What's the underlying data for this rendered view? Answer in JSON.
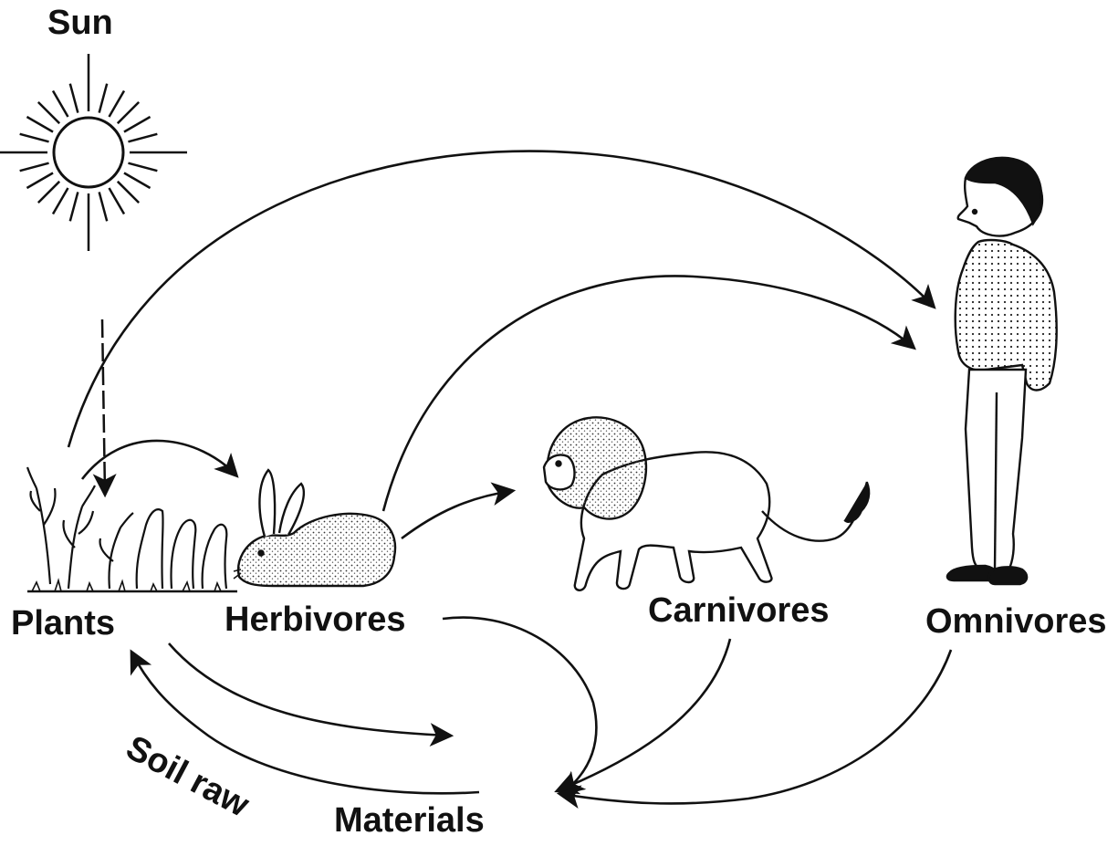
{
  "labels": {
    "sun": "Sun",
    "plants": "Plants",
    "herbivores": "Herbivores",
    "carnivores": "Carnivores",
    "omnivores": "Omnivores",
    "soil_raw": "Soil raw",
    "materials": "Materials"
  },
  "illustrations": [
    "sun-icon",
    "plants-illustration",
    "rabbit-illustration",
    "lion-illustration",
    "man-illustration"
  ],
  "colors": {
    "ink": "#111111",
    "background": "#ffffff"
  }
}
